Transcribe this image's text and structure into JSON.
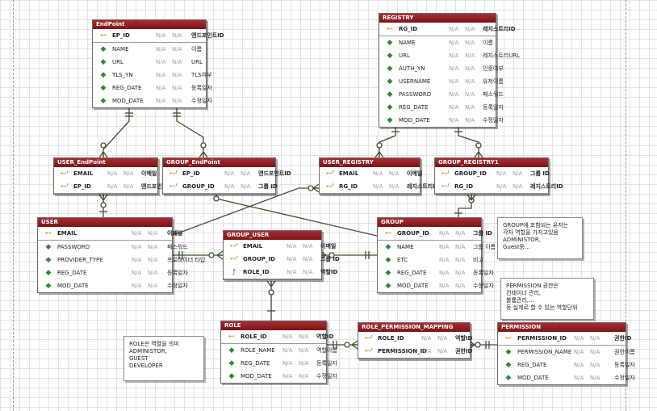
{
  "na": "N/A",
  "entities": {
    "endpoint": {
      "title": "EndPoint",
      "rows": [
        {
          "col": "EP_ID",
          "kor": "엔드포인트ID"
        },
        {
          "col": "NAME",
          "kor": "이름"
        },
        {
          "col": "URL",
          "kor": "URL"
        },
        {
          "col": "TLS_YN",
          "kor": "TLS여부"
        },
        {
          "col": "REG_DATE",
          "kor": "등록일자"
        },
        {
          "col": "MOD_DATE",
          "kor": "수정일자"
        }
      ]
    },
    "registry": {
      "title": "REGISTRY",
      "rows": [
        {
          "col": "RG_ID",
          "kor": "레지스트리ID"
        },
        {
          "col": "NAME",
          "kor": "이름"
        },
        {
          "col": "URL",
          "kor": "레지스트리URL"
        },
        {
          "col": "AUTH_YN",
          "kor": "인증여부"
        },
        {
          "col": "USERNAME",
          "kor": "유저이름"
        },
        {
          "col": "PASSWORD",
          "kor": "패스워드"
        },
        {
          "col": "REG_DATE",
          "kor": "등록일자"
        },
        {
          "col": "MOD_DATE",
          "kor": "수정일자"
        }
      ]
    },
    "user_endpoint": {
      "title": "USER_EndPoint",
      "rows": [
        {
          "col": "EMAIL",
          "kor": "이메일"
        },
        {
          "col": "EP_ID",
          "kor": "엔드포인트ID"
        }
      ]
    },
    "group_endpoint": {
      "title": "GROUP_EndPoint",
      "rows": [
        {
          "col": "EP_ID",
          "kor": "엔드포인트ID"
        },
        {
          "col": "GROUP_ID",
          "kor": "그룹 ID"
        }
      ]
    },
    "user_registry": {
      "title": "USER_REGISTRY",
      "rows": [
        {
          "col": "EMAIL",
          "kor": "이메일"
        },
        {
          "col": "RG_ID",
          "kor": "레지스트리ID"
        }
      ]
    },
    "group_registry": {
      "title": "GROUP_REGISTRY1",
      "rows": [
        {
          "col": "GROUP_ID",
          "kor": "그룹 ID"
        },
        {
          "col": "RG_ID",
          "kor": "레지스트리ID"
        }
      ]
    },
    "user": {
      "title": "USER",
      "rows": [
        {
          "col": "EMAIL",
          "kor": "이메일"
        },
        {
          "col": "PASSWORD",
          "kor": "패스워드"
        },
        {
          "col": "PROVIDER_TYPE",
          "kor": "프로바이더 타입"
        },
        {
          "col": "REG_DATE",
          "kor": "등록일자"
        },
        {
          "col": "MOD_DATE",
          "kor": "수정일자"
        }
      ]
    },
    "group_user": {
      "title": "GROUP_USER",
      "rows": [
        {
          "col": "EMAIL",
          "kor": "이메일"
        },
        {
          "col": "GROUP_ID",
          "kor": "그룹 ID"
        },
        {
          "col": "ROLE_ID",
          "kor": "역할ID"
        }
      ]
    },
    "group": {
      "title": "GROUP",
      "rows": [
        {
          "col": "GROUP_ID",
          "kor": "그룹 ID"
        },
        {
          "col": "NAME",
          "kor": "그룹 이름"
        },
        {
          "col": "ETC",
          "kor": "비고"
        },
        {
          "col": "REG_DATE",
          "kor": "등록일자"
        },
        {
          "col": "MOD_DATE",
          "kor": "수정일자"
        }
      ]
    },
    "role": {
      "title": "ROLE",
      "rows": [
        {
          "col": "ROLE_ID",
          "kor": "역할ID"
        },
        {
          "col": "ROLE_NAME",
          "kor": "역할이름"
        },
        {
          "col": "REG_DATE",
          "kor": "등록일자"
        },
        {
          "col": "MOD_DATE",
          "kor": "수정일자"
        }
      ]
    },
    "role_permission_mapping": {
      "title": "ROLE_PERMISSION_MAPPING",
      "rows": [
        {
          "col": "ROLE_ID",
          "kor": "역할ID"
        },
        {
          "col": "PERMISSION_ID",
          "kor": "권한ID"
        }
      ]
    },
    "permission": {
      "title": "PERMISSION",
      "rows": [
        {
          "col": "PERMISSION_ID",
          "kor": "권한ID"
        },
        {
          "col": "PERMISSION_NAME",
          "kor": "권한이름"
        },
        {
          "col": "REG_DATE",
          "kor": "등록일자"
        },
        {
          "col": "MOD_DATE",
          "kor": "수정일자"
        }
      ]
    }
  },
  "notes": {
    "group_note": "GROUP에 포함되는 유저는\n각자 역할을 가지고있음\nADMINISTOR,\nGuest등...",
    "permission_note": "PERMISSION 권한은\n컨테이너 관리,\n볼륨관리,...\n등 실제로 할 수 있는 역할단위",
    "role_note": "ROLE은 역할을 의미\nADMINISTOR,\nGUEST\nDEVELOPER"
  },
  "colors": {
    "header": "#8b1a1d",
    "line": "#3f4f32",
    "key_icon": "#c49a12",
    "attr_icon": "#2e8a32",
    "fk_icon": "#3a59c4"
  },
  "icons": {
    "pk": "key-icon",
    "pkfk": "key-foreign-icon",
    "fk": "foreign-key-icon",
    "attr": "attribute-diamond-icon"
  }
}
